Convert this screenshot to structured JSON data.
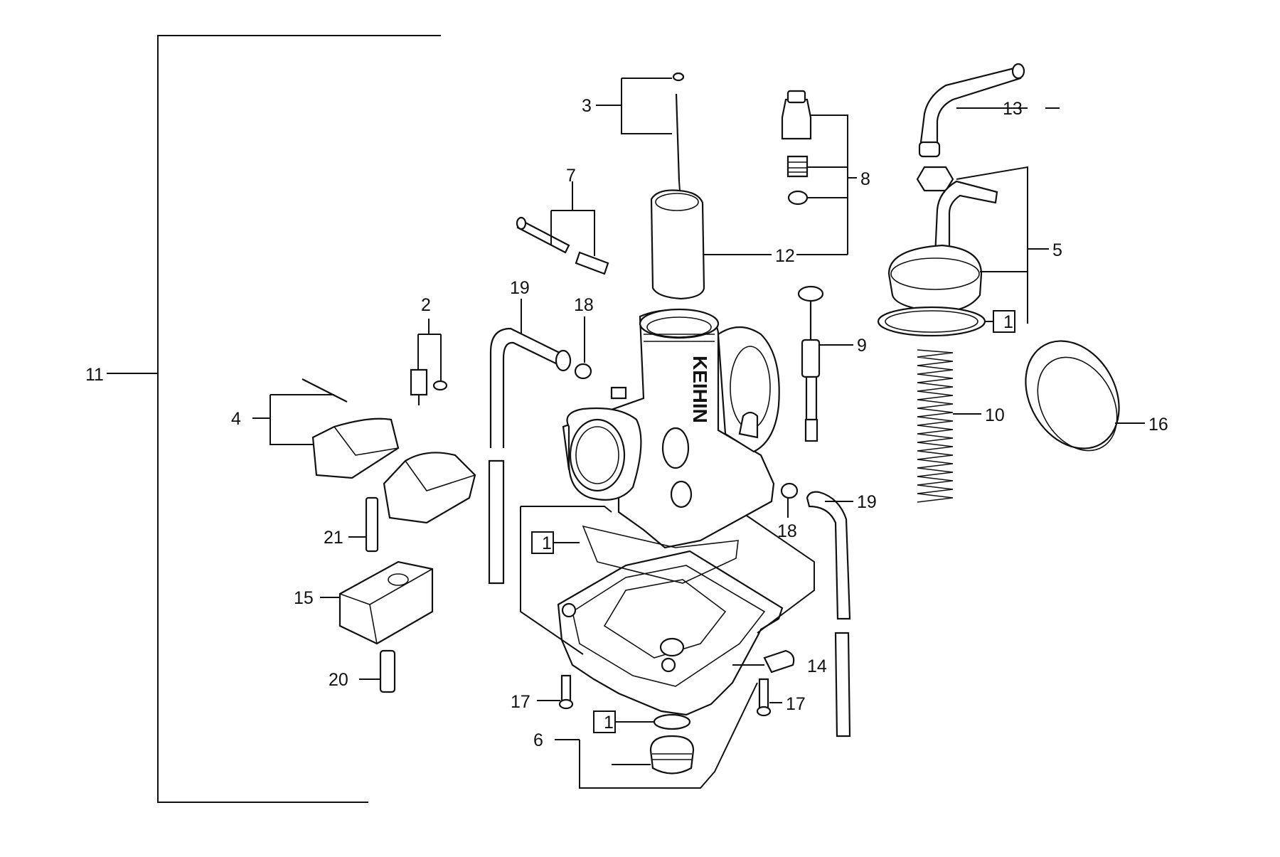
{
  "callouts": {
    "c1a": "1",
    "c1b": "1",
    "c1c": "1",
    "c2": "2",
    "c3": "3",
    "c4": "4",
    "c5": "5",
    "c6": "6",
    "c7": "7",
    "c8": "8",
    "c9": "9",
    "c10": "10",
    "c11": "11",
    "c12": "12",
    "c13": "13",
    "c14": "14",
    "c15": "15",
    "c16": "16",
    "c17a": "17",
    "c17b": "17",
    "c18a": "18",
    "c18b": "18",
    "c19a": "19",
    "c19b": "19",
    "c20": "20",
    "c21": "21"
  },
  "body_lettering": "KEIHIN"
}
